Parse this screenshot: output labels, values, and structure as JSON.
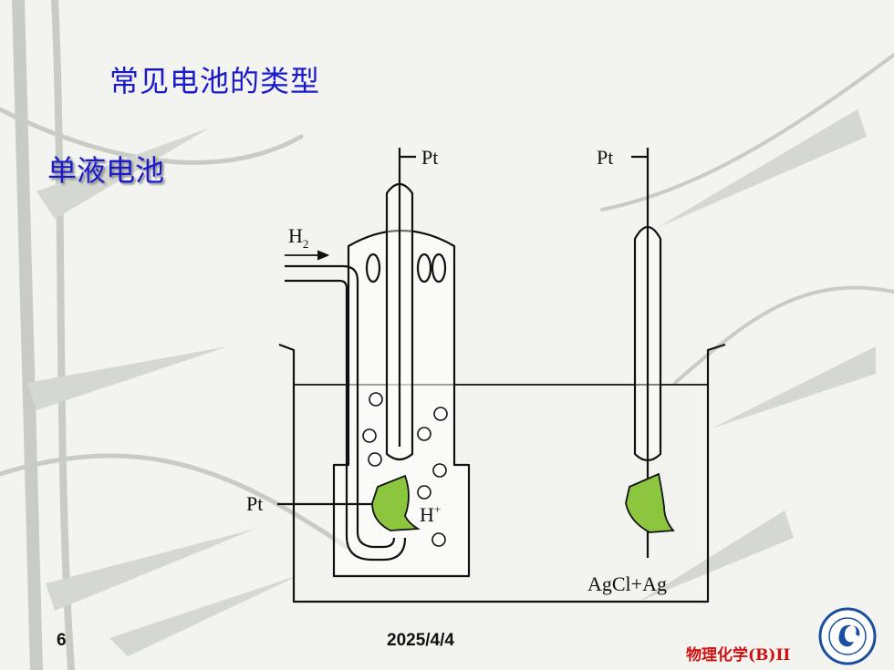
{
  "slide": {
    "title": "常见电池的类型",
    "subtitle": "单液电池",
    "page_number": "6",
    "date": "2025/4/4",
    "course_name": "物理化学(B)II"
  },
  "diagram": {
    "labels": {
      "pt_top_left": "Pt",
      "pt_top_right": "Pt",
      "h2": "H",
      "h2_sub": "2",
      "pt_left": "Pt",
      "h_plus": "H",
      "h_plus_sup": "+",
      "agcl_ag": "AgCl+Ag"
    },
    "colors": {
      "electrode_fill": "#8cc63f",
      "outline": "#111111",
      "title_color": "#1a1acc",
      "course_color": "#d01010",
      "logo_blue": "#1a4fa0"
    }
  },
  "icons": {
    "logo": "university-seal-icon"
  }
}
